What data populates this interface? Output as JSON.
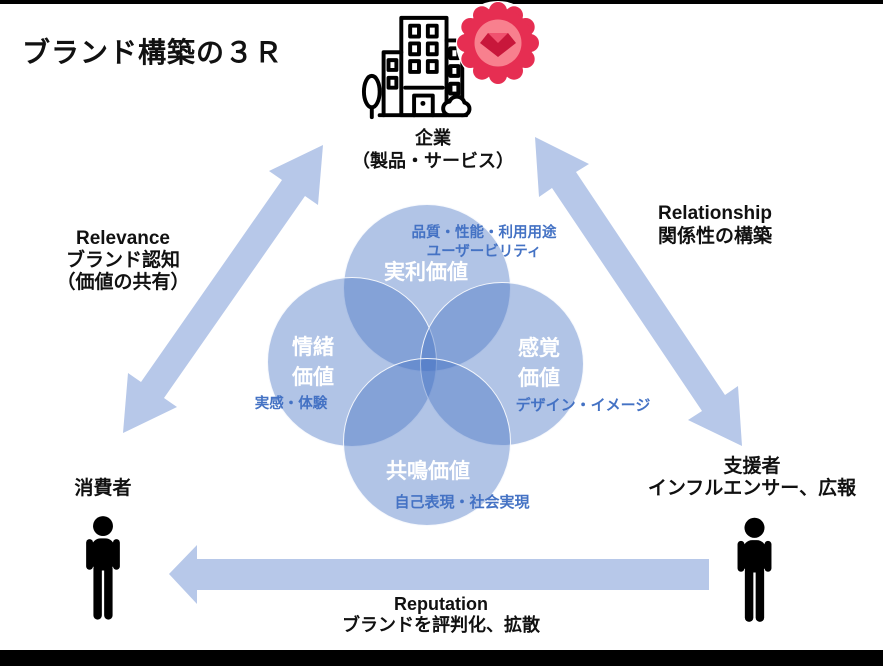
{
  "slide": {
    "title": "ブランド構築の３Ｒ"
  },
  "colors": {
    "arrow": "#B7C8E9",
    "venn_fill": "#4472C4",
    "annotation_text": "#4472C4",
    "badge_outer": "#E62E52",
    "badge_inner": "#F8808E",
    "gem_dark": "#C8173B",
    "gem_light": "#F0526F",
    "icon_black": "#000000"
  },
  "company": {
    "label": "企業",
    "sublabel": "（製品・サービス）"
  },
  "edges": {
    "left": {
      "title": "Relevance",
      "line1": "ブランド認知",
      "line2": "（価値の共有）"
    },
    "right": {
      "title": "Relationship",
      "line1": "関係性の構築"
    },
    "bottom": {
      "title": "Reputation",
      "line1": "ブランドを評判化、拡散"
    }
  },
  "actors": {
    "consumer": {
      "label": "消費者"
    },
    "supporter": {
      "label": "支援者",
      "sublabel": "インフルエンサー、広報"
    }
  },
  "venn": {
    "top": {
      "label": "実利価値",
      "ann1": "品質・性能・利用用途",
      "ann2": "ユーザービリティ"
    },
    "left": {
      "label1": "情緒",
      "label2": "価値",
      "ann": "実感・体験"
    },
    "right": {
      "label1": "感覚",
      "label2": "価値",
      "ann": "デザイン・イメージ"
    },
    "bottom": {
      "label": "共鳴価値",
      "ann": "自己表現・社会実現"
    }
  }
}
